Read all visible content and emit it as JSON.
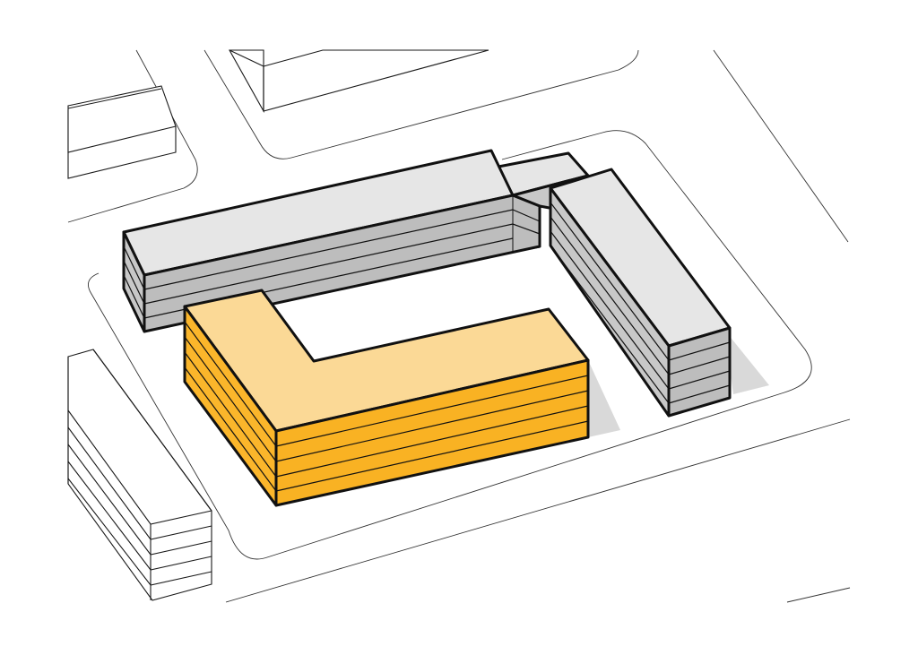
{
  "diagram": {
    "type": "isometric-massing-diagram",
    "highlight_color": "#F9B223",
    "highlight_roof_color": "#FBD996",
    "context_color": "#BDBDBD",
    "context_roof_color": "#E6E6E6",
    "background_color": "#FFFFFF",
    "buildings": [
      {
        "id": "highlighted-l-block",
        "floors": 5,
        "highlighted": true
      },
      {
        "id": "north-bar-block",
        "floors": 4,
        "highlighted": false
      },
      {
        "id": "east-bar-block",
        "floors": 5,
        "highlighted": false
      },
      {
        "id": "northeast-connector-block",
        "floors": 4,
        "highlighted": false
      }
    ]
  }
}
